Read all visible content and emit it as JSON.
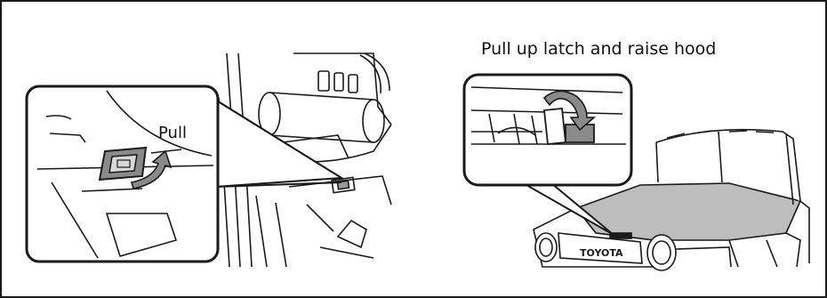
{
  "labels": {
    "pull": "Pull",
    "raise_hood": "Pull up latch and raise hood",
    "grille_badge": "TOYOTA"
  },
  "colors": {
    "line": "#1a1a1a",
    "hood_fill": "#bdbdbd",
    "background": "#ffffff"
  },
  "icons": {
    "pull_arrow": "curved-up-arrow",
    "raise_arrow": "curved-rotate-arrow"
  }
}
